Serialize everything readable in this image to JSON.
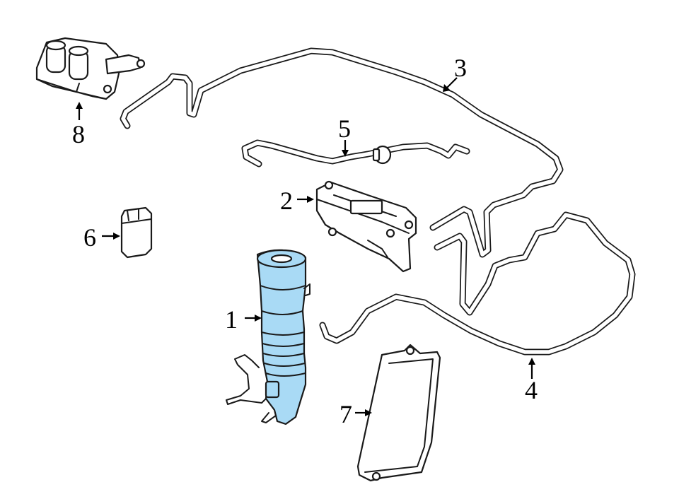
{
  "highlight_color": "#a9daf5",
  "callouts": [
    {
      "id": "1",
      "label": "1"
    },
    {
      "id": "2",
      "label": "2"
    },
    {
      "id": "3",
      "label": "3"
    },
    {
      "id": "4",
      "label": "4"
    },
    {
      "id": "5",
      "label": "5"
    },
    {
      "id": "6",
      "label": "6"
    },
    {
      "id": "7",
      "label": "7"
    },
    {
      "id": "8",
      "label": "8"
    }
  ]
}
